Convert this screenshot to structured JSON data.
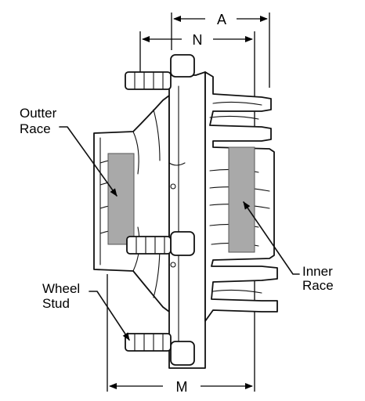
{
  "labels": {
    "dim_a": "A",
    "dim_n": "N",
    "dim_m": "M",
    "outer_race_line1": "Outter",
    "outer_race_line2": "Race",
    "inner_race_line1": "Inner",
    "inner_race_line2": "Race",
    "wheel_stud_line1": "Wheel",
    "wheel_stud_line2": "Stud"
  },
  "colors": {
    "race_fill": "#a9a9a9",
    "line": "#111111"
  }
}
